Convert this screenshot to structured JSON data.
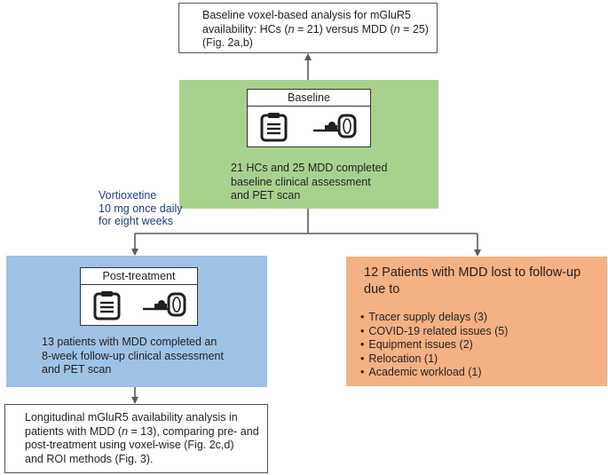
{
  "top_box": {
    "line1": "Baseline voxel-based analysis for mGluR5",
    "line2_a": "availability: HCs (",
    "line2_n1": "n",
    "line2_b": " = 21) versus MDD (",
    "line2_n2": "n",
    "line2_c": " = 25)",
    "line3": "(Fig. 2a,b)"
  },
  "baseline": {
    "panel_title": "Baseline",
    "text": [
      "21 HCs and 25 MDD completed",
      "baseline clinical assessment",
      "and PET scan"
    ]
  },
  "intervention": {
    "lines": [
      "Vortioxetine",
      "10 mg once daily",
      "for eight weeks"
    ],
    "color": "#1f3d7a"
  },
  "post_treatment": {
    "panel_title": "Post-treatment",
    "text": [
      "13 patients with MDD completed an",
      "8-week follow-up clinical assessment",
      "and PET scan"
    ]
  },
  "lost_followup": {
    "title": "12 Patients with MDD lost to follow-up due to",
    "reasons": [
      "Tracer supply delays (3)",
      "COVID-19 related issues (5)",
      "Equipment issues (2)",
      "Relocation (1)",
      "Academic workload (1)"
    ]
  },
  "final_box": {
    "line1": "Longitudinal mGluR5 availability analysis in",
    "line2_a": "patients with MDD (",
    "line2_n": "n",
    "line2_b": " = 13), comparing pre- and",
    "line3": "post-treatment using voxel-wise (Fig. 2c,d)",
    "line4": "and ROI methods (Fig. 3)."
  },
  "icons": [
    "clipboard-icon",
    "pet-scanner-icon"
  ],
  "colors": {
    "baseline": "#a9d18e",
    "post_treatment": "#9fc2e7",
    "lost": "#f4b183",
    "arrow": "#595959"
  }
}
